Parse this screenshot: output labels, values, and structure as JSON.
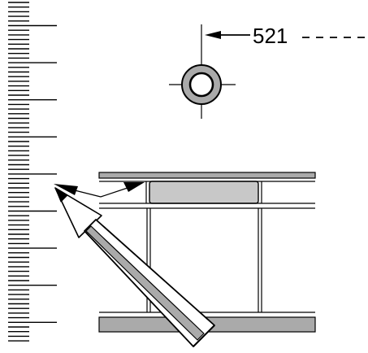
{
  "callout": {
    "label": "521"
  },
  "colors": {
    "line": "#000000",
    "gray_fill": "#aaaaaa",
    "light_gray_fill": "#c8c8c8",
    "background": "#ffffff"
  },
  "icons": {
    "ruler": "vertical-tick-ruler",
    "target": "crosshair-ring-target",
    "pencil": "pencil-icon",
    "dimension_arrow": "double-arrow"
  }
}
